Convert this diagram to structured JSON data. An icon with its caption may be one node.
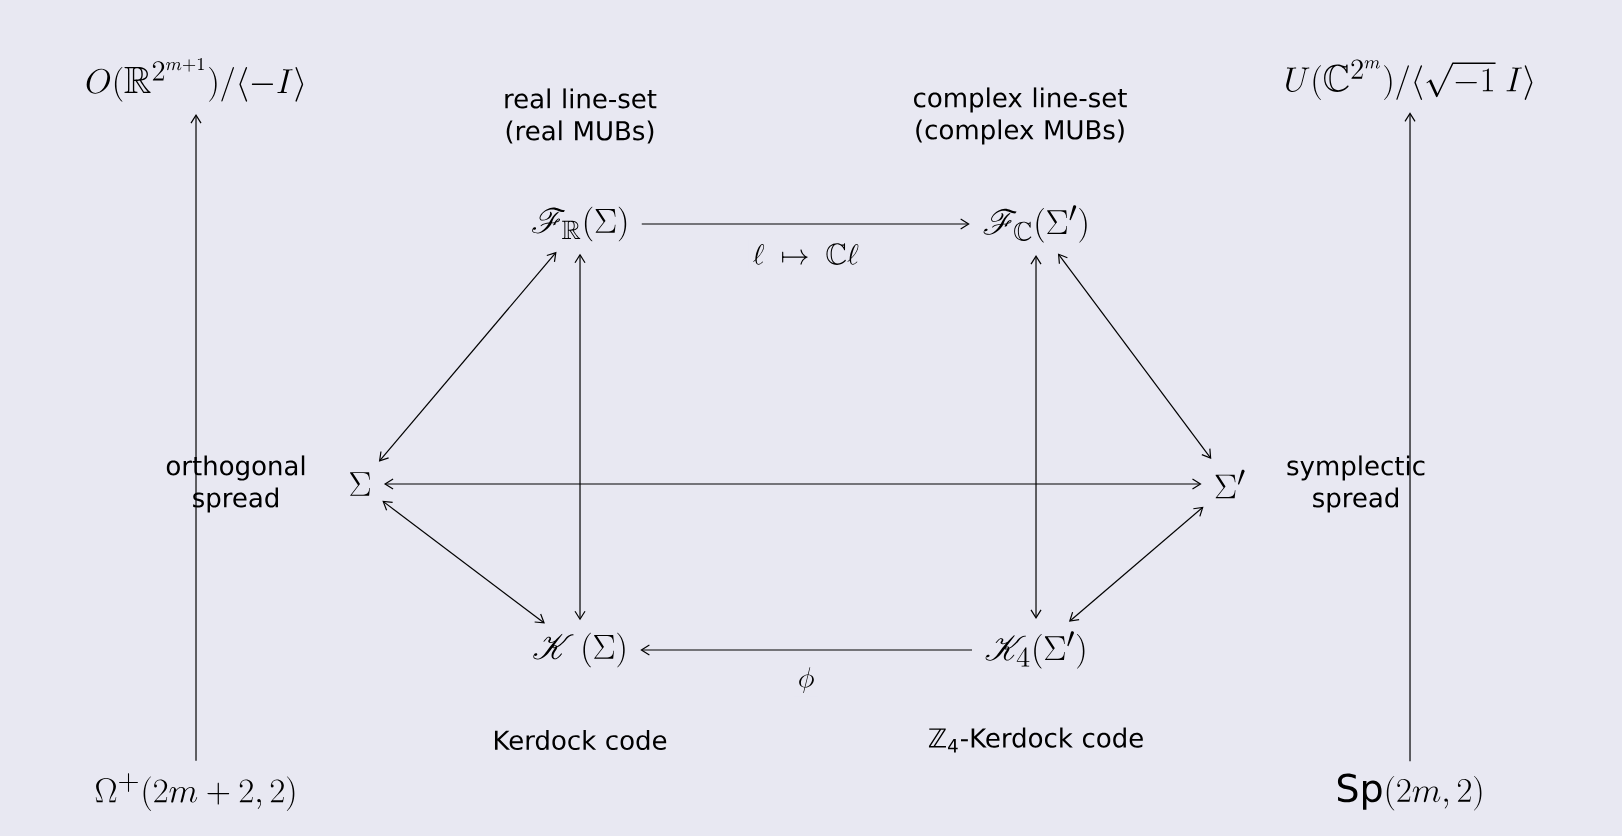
{
  "diagram": {
    "nodes": [
      {
        "text": [
          "O(\\mathbb{R}^{2^{m+1}})/\\langle -I\\rangle"
        ]
      },
      {
        "text": [
          "\\mathscr{F}_{\\mathbb{R}}(\\Sigma)"
        ],
        "beside": [
          "real line-set (real MUBs)"
        ]
      },
      {
        "text": [
          "\\mathscr{F}_{\\mathbb{C}}(\\Sigma')"
        ],
        "beside": [
          "complex line-set (complex MUBs)"
        ]
      },
      {
        "text": [
          "U(\\mathbb{C}^{2^m})/\\langle\\sqrt{-1}\\;I\\rangle"
        ]
      },
      {
        "text": [
          "\\Sigma"
        ],
        "beside": [
          "orthogonal spread"
        ]
      },
      {
        "text": [
          "\\Sigma'"
        ],
        "beside": [
          "symplectic spread"
        ]
      },
      {
        "text": [
          "\\mathscr{K}\\,(\\Sigma)"
        ],
        "beside": [
          "Kerdock code"
        ]
      },
      {
        "text": [
          "\\mathscr{K}_4(\\Sigma')"
        ],
        "beside": [
          "ℤ$_{4}$-Kerdock code"
        ]
      },
      {
        "text": [
          "\\Omega^+(2m+2,2)"
        ]
      },
      {
        "text": [
          "\\mathrm{Sp}(2m,2)"
        ]
      }
    ],
    "edges": [
      {
        "from": 8,
        "to": 0,
        "arrow": "to"
      },
      {
        "from": 9,
        "to": 3,
        "arrow": "to"
      },
      {
        "from": 1,
        "to": 2,
        "arrow": "to",
        "label": "\\ell\\;\\mapsto\\;\\mathbb{C}\\ell"
      },
      {
        "from": 7,
        "to": 6,
        "arrow": "to",
        "label": "\\phi"
      },
      {
        "from": 1,
        "to": 4,
        "arrow": "both"
      },
      {
        "from": 1,
        "to": 6,
        "arrow": "both"
      },
      {
        "from": 2,
        "to": 5,
        "arrow": "both"
      },
      {
        "from": 2,
        "to": 7,
        "arrow": "both"
      },
      {
        "from": 4,
        "to": 5,
        "arrow": "both"
      },
      {
        "from": 4,
        "to": 6,
        "arrow": "both"
      },
      {
        "from": 5,
        "to": 7,
        "arrow": "both"
      }
    ]
  }
}
